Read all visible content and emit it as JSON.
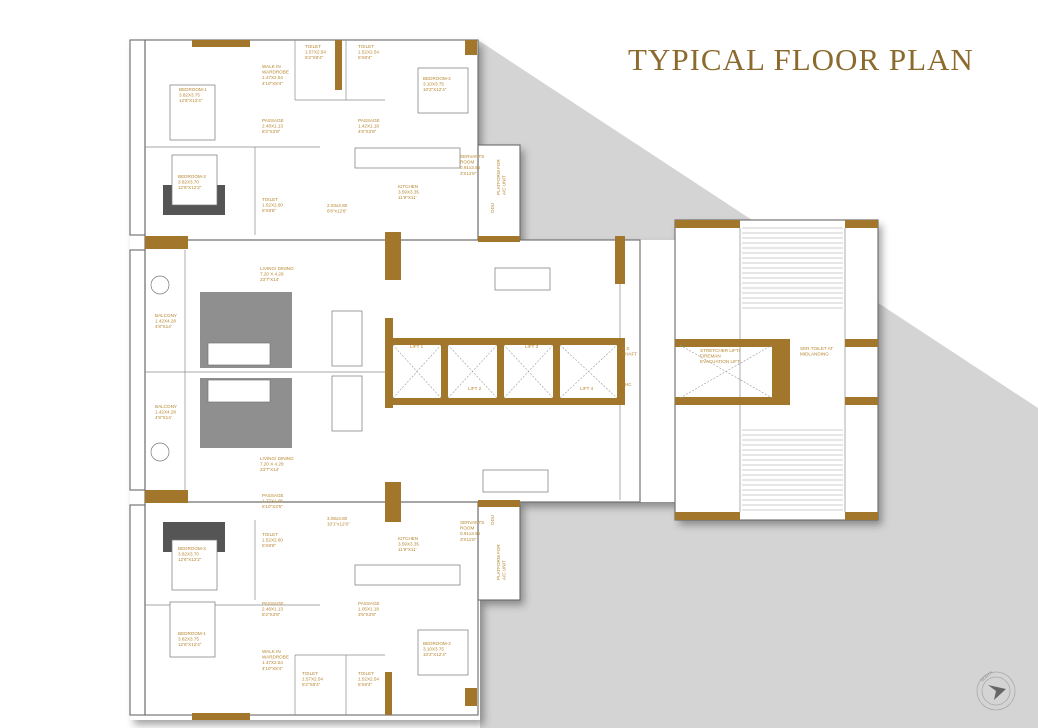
{
  "title": "TYPICAL FLOOR PLAN",
  "north_label": "NORTH",
  "colors": {
    "wall_accent": "#a3772b",
    "label": "#b7862f",
    "title": "#8c6a2e",
    "background_shape": "#d4d4d4"
  },
  "rooms": [
    {
      "lines": [
        "WALK IN",
        "WARDROBE",
        "1.47X2.54",
        "4'10\"X8'4\""
      ]
    },
    {
      "lines": [
        "TOILET",
        "1.57X2.54",
        "5'2\"X8'4\""
      ]
    },
    {
      "lines": [
        "TOILET",
        "1.52X2.54",
        "5'X8'4\""
      ]
    },
    {
      "lines": [
        "BEDROOM-2",
        "3.10X3.75",
        "10'2\"X12'4\""
      ]
    },
    {
      "lines": [
        "BEDROOM-1",
        "3.82X3.75",
        "12'6\"X12'4\""
      ]
    },
    {
      "lines": [
        "PASSAGE",
        "2.48X1.13",
        "8'2\"X3'8\""
      ]
    },
    {
      "lines": [
        "PASSAGE",
        "1.42X1.18",
        "4'8\"X3'8\""
      ]
    },
    {
      "lines": [
        "BEDROOM-3",
        "3.82X3.70",
        "12'6\"X12'2\""
      ]
    },
    {
      "lines": [
        "TOILET",
        "1.52X2.60",
        "5'X8'6\""
      ]
    },
    {
      "lines": [
        "2.03x3.80",
        "6'8\"x12'6\""
      ]
    },
    {
      "lines": [
        "KITCHEN",
        "3.59X3.35",
        "11'9\"X11'"
      ]
    },
    {
      "lines": [
        "SERVANTS",
        "ROOM",
        "0.91x3.55",
        "3'X11'8\""
      ]
    },
    {
      "lines": [
        "LIVING/ DINING",
        "7.20 X 4.28",
        "23'7\"X14'"
      ]
    },
    {
      "lines": [
        "BALCONY",
        "1.42X4.28",
        "4'8\"X14'"
      ]
    },
    {
      "lines": [
        "LIFT 1"
      ]
    },
    {
      "lines": [
        "LIFT 2"
      ]
    },
    {
      "lines": [
        "LIFT 3"
      ]
    },
    {
      "lines": [
        "LIFT 4"
      ]
    },
    {
      "lines": [
        "S.S",
        "SHAFT"
      ]
    },
    {
      "lines": [
        "FHC"
      ]
    },
    {
      "lines": [
        "BALCONY",
        "1.42X4.28",
        "4'8\"X14'"
      ]
    },
    {
      "lines": [
        "LIVING/ DINING",
        "7.20 X 4.28",
        "23'7\"X14'"
      ]
    },
    {
      "lines": [
        "STRETCHER LIFT/",
        "FIREMAN",
        "EVACUATION LIFT"
      ]
    },
    {
      "lines": [
        "SER.TOILET AT",
        "MIDLANDING"
      ]
    },
    {
      "lines": [
        "PASSAGE",
        "1.77X1.05",
        "5'10\"X3'5\""
      ]
    },
    {
      "lines": [
        "3.08x3.80",
        "10'1\"x12'6\""
      ]
    },
    {
      "lines": [
        "TOILET",
        "1.52X2.60",
        "5'X8'6\""
      ]
    },
    {
      "lines": [
        "BEDROOM-3",
        "3.82X3.70",
        "12'6\"X12'2\""
      ]
    },
    {
      "lines": [
        "KITCHEN",
        "3.59X3.35",
        "11'9\"X11'"
      ]
    },
    {
      "lines": [
        "SERVANTS",
        "ROOM",
        "0.91x3.55",
        "3'X11'8\""
      ]
    },
    {
      "lines": [
        "PASSAGE",
        "2.48X1.13",
        "8'2\"X3'8\""
      ]
    },
    {
      "lines": [
        "PASSAGE",
        "1.05X1.18",
        "3'5\"X3'8\""
      ]
    },
    {
      "lines": [
        "BEDROOM-1",
        "3.82X3.75",
        "12'6\"X12'4\""
      ]
    },
    {
      "lines": [
        "BEDROOM-2",
        "3.10X3.75",
        "10'2\"X12'4\""
      ]
    },
    {
      "lines": [
        "WALK IN",
        "WARDROBE",
        "1.47X2.54",
        "4'10\"X8'4\""
      ]
    },
    {
      "lines": [
        "TOILET",
        "1.57X2.54",
        "5'2\"X8'4\""
      ]
    },
    {
      "lines": [
        "TOILET",
        "1.52X2.54",
        "5'X8'4\""
      ]
    }
  ],
  "rotated_labels": [
    {
      "lines": [
        "PLATFORM FOR",
        "A/C UNIT"
      ]
    },
    {
      "lines": [
        "PLATFORM FOR",
        "A/C UNIT"
      ]
    }
  ],
  "odu_labels": [
    "ODU",
    "ODU"
  ]
}
